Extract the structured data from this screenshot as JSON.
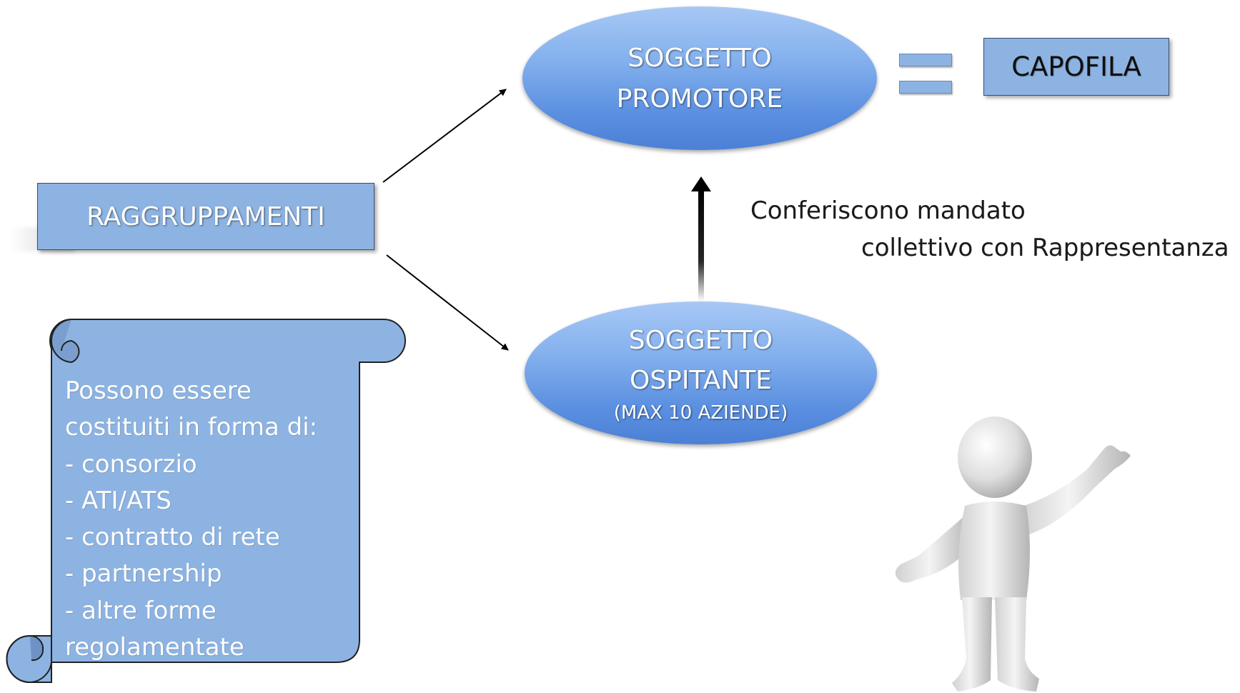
{
  "nodes": {
    "promotore": {
      "line1": "SOGGETTO",
      "line2": "PROMOTORE"
    },
    "ospitante": {
      "line1": "SOGGETTO",
      "line2": "OSPITANTE",
      "sub": "(MAX 10 AZIENDE)"
    },
    "capofila": {
      "label": "CAPOFILA"
    },
    "raggruppamenti": {
      "label": "RAGGRUPPAMENTI"
    }
  },
  "mandate_caption": {
    "line1": "Conferiscono mandato",
    "line2": "collettivo con Rappresentanza"
  },
  "scroll": {
    "lines": [
      "Possono essere",
      "costituiti in forma di:",
      "- consorzio",
      "- ATI/ATS",
      "- contratto di rete",
      "- partnership",
      "- altre forme",
      "regolamentate"
    ]
  },
  "colors": {
    "ellipse": "#5a8fe0",
    "box_fill": "#8db3e2",
    "box_border": "#3a4e6a",
    "scroll_fill": "#8db3e2"
  },
  "icons": {
    "equals": "equals-sign-icon",
    "figure": "3d-person-presenting-icon"
  }
}
